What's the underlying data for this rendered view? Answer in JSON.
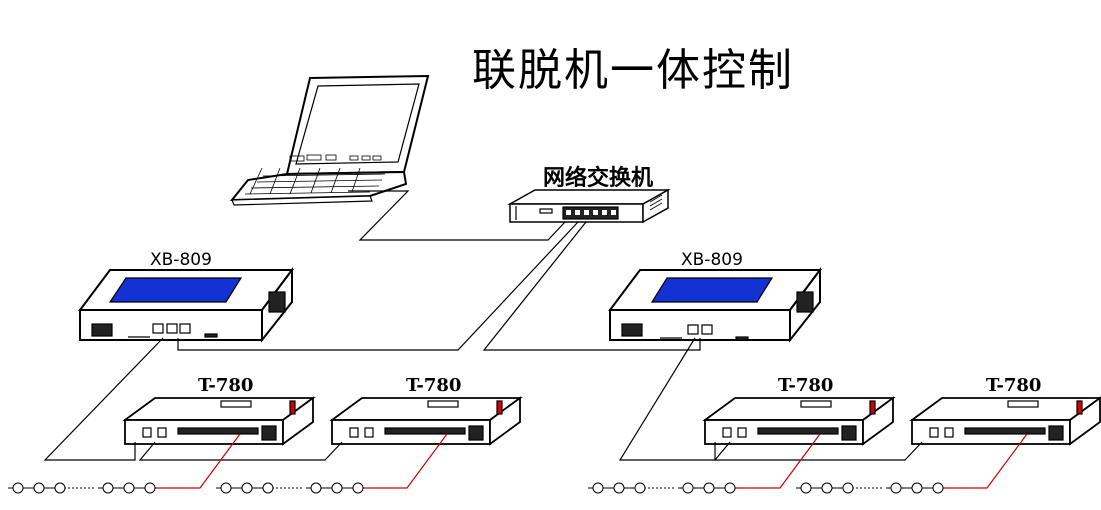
{
  "title": "联脱机一体控制",
  "switch": {
    "label": "网络交换机"
  },
  "controllers": [
    {
      "label": "XB-809"
    },
    {
      "label": "XB-809"
    }
  ],
  "drivers": [
    {
      "label": "T-780"
    },
    {
      "label": "T-780"
    },
    {
      "label": "T-780"
    },
    {
      "label": "T-780"
    }
  ],
  "colors": {
    "line": "#000000",
    "screen": "#1432d2",
    "signal": "#d40000"
  }
}
